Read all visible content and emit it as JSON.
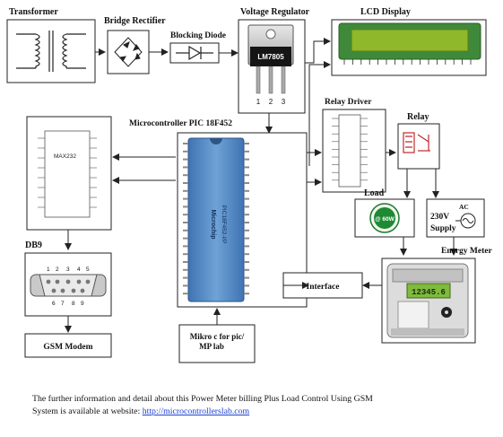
{
  "labels": {
    "transformer": "Transformer",
    "bridge": "Bridge Rectifier",
    "diode": "Blocking Diode",
    "regulator": "Voltage Regulator",
    "lcd": "LCD Display",
    "micro": "Microcontroller PIC 18F452",
    "relay_driver": "Relay Driver",
    "relay": "Relay",
    "load": "Load",
    "energy_meter": "Energy Meter",
    "supply_ac": "AC",
    "supply_v": "230V",
    "supply_word": "Supply",
    "db9": "DB9",
    "gsm": "GSM Modem",
    "interface": "Interface",
    "mikro_line1": "Mikro c for pic/",
    "mikro_line2": "MP lab"
  },
  "chip_texts": {
    "lm7805": "LM7805",
    "pins": [
      "1",
      "2",
      "3"
    ],
    "max232": "MAX232",
    "pic_line1": "PIC18F452-I/P",
    "pic_line2": "Microchip",
    "load_badge": "@ 60W",
    "meter_reading": "12345.6"
  },
  "footer": {
    "line1": "The further information and detail about this Power Meter billing Plus Load Control Using GSM",
    "line2_prefix": "System is available at website: ",
    "link": "http://microcontrollerslab.com"
  },
  "colors": {
    "lcd_green": "#8fb82a",
    "chip_blue": "#5b8ec5",
    "link_blue": "#1a3fd0",
    "arrow": "#222222"
  }
}
